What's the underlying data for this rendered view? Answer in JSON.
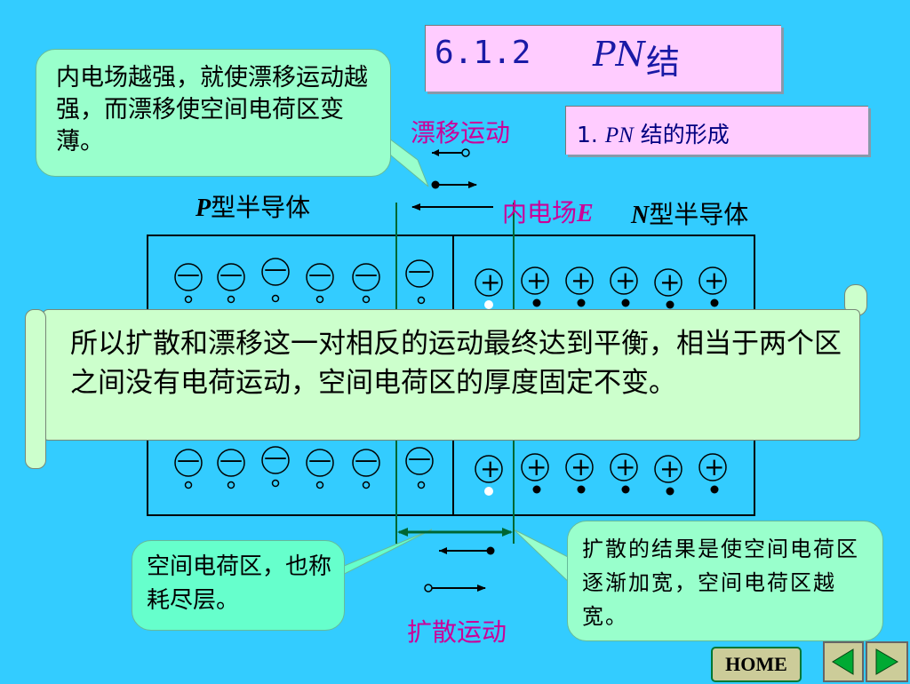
{
  "title": {
    "number": "6.1.2",
    "pn": "PN",
    "suffix": "结"
  },
  "subtitle": {
    "number": "1.",
    "pn": "PN",
    "text": "结的形成"
  },
  "callouts": {
    "top_left": "内电场越强，就使漂移运动越强，而漂移使空间电荷区变薄。",
    "bottom_left": "空间电荷区，也称耗尽层。",
    "bottom_right": "扩散的结果是使空间电荷区逐渐加宽，空间电荷区越宽。"
  },
  "labels": {
    "drift": "漂移运动",
    "field_prefix": "内电场",
    "field_symbol": "E",
    "p_letter": "P",
    "p_text": "型半导体",
    "n_letter": "N",
    "n_text": "型半导体",
    "diffusion": "扩散运动"
  },
  "charges": {
    "negative": "—",
    "positive": "+"
  },
  "scroll_text": "所以扩散和漂移这一对相反的运动最终达到平衡，相当于两个区之间没有电荷运动，空间电荷区的厚度固定不变。",
  "nav": {
    "home": "HOME"
  },
  "colors": {
    "background": "#33CCFF",
    "title_box": "#FFCCFF",
    "title_text": "#1A1AA6",
    "callout": "#99FFCC",
    "scroll": "#CCFFCC",
    "accent_magenta": "#CC0099",
    "boundary_green": "#006633"
  }
}
